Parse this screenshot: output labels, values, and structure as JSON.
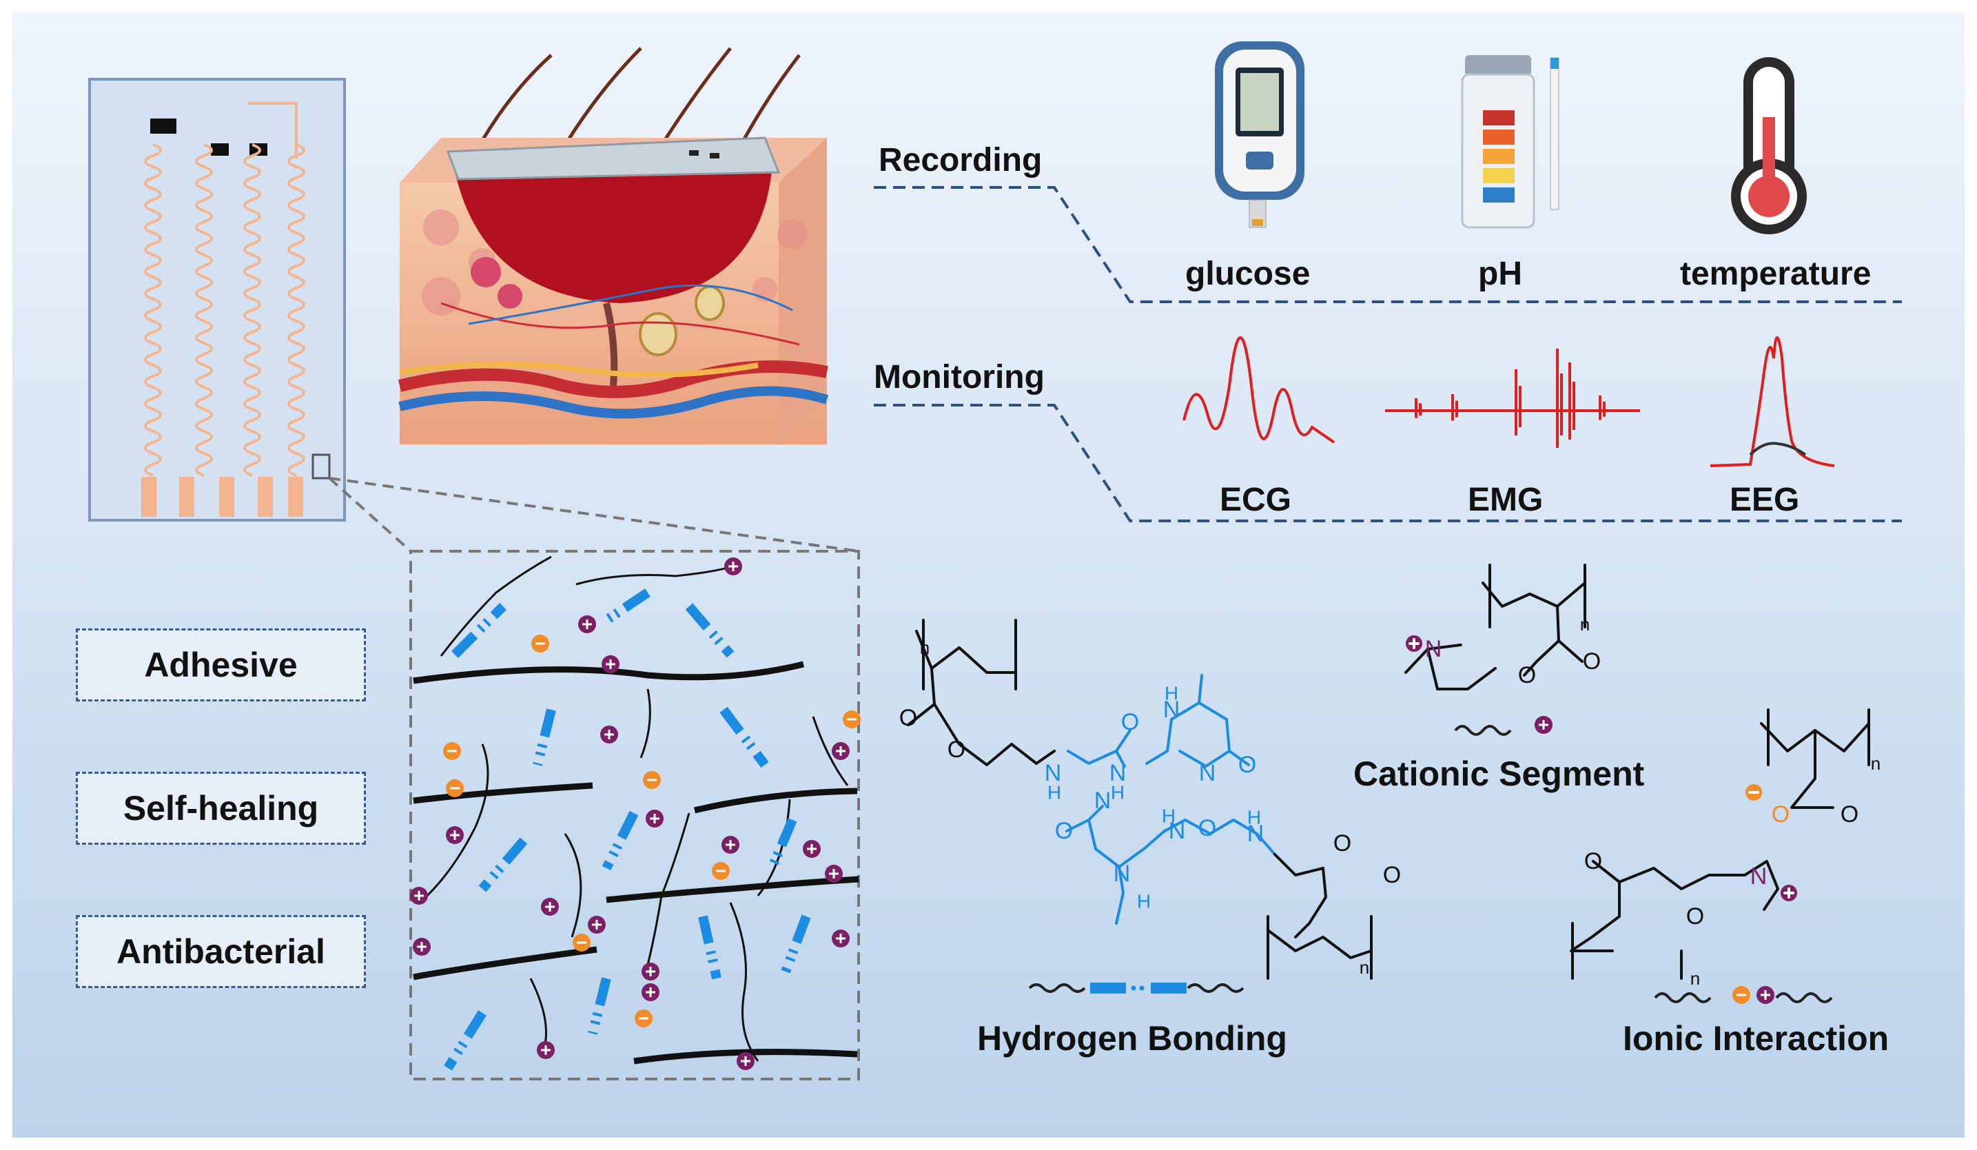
{
  "sensing": {
    "recording_label": "Recording",
    "monitoring_label": "Monitoring",
    "recording_items": [
      "glucose",
      "pH",
      "temperature"
    ],
    "monitoring_items": [
      "ECG",
      "EMG",
      "EEG"
    ]
  },
  "properties": [
    "Adhesive",
    "Self-healing",
    "Antibacterial"
  ],
  "chemistry": {
    "hydrogen_bonding_label": "Hydrogen Bonding",
    "cationic_segment_label": "Cationic Segment",
    "ionic_interaction_label": "Ionic Interaction",
    "atoms": {
      "N": "N",
      "O": "O",
      "H": "H",
      "n": "n"
    }
  },
  "colors": {
    "background_top": "#e9f1fa",
    "background_bottom": "#c2d6ec",
    "dashed_line": "#2f4f82",
    "hydrogen_bond_blue": "#1c8ce3",
    "cation_purple": "#7b2065",
    "anion_orange": "#f08c2a",
    "signal_red": "#e01e1e",
    "electrode_pink": "#f3b38f"
  }
}
